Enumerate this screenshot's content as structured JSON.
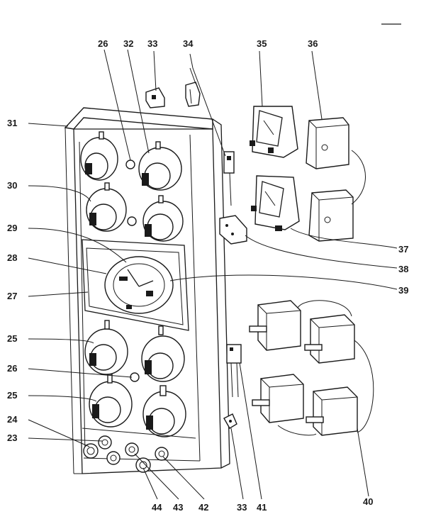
{
  "labels": {
    "l23": "23",
    "l24": "24",
    "l25a": "25",
    "l25b": "25",
    "l26a": "26",
    "l26b": "26",
    "l27": "27",
    "l28": "28",
    "l29": "29",
    "l30": "30",
    "l31": "31",
    "l32": "32",
    "l33a": "33",
    "l33b": "33",
    "l34": "34",
    "l35": "35",
    "l36": "36",
    "l37": "37",
    "l38": "38",
    "l39": "39",
    "l40": "40",
    "l41": "41",
    "l42": "42",
    "l43": "43",
    "l44": "44"
  }
}
